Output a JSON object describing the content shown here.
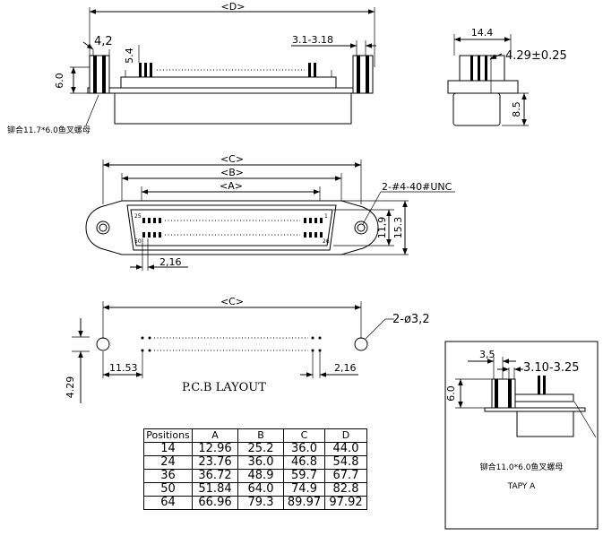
{
  "side_view": {
    "dim_d": "<D>",
    "dim_4_2": "4,2",
    "dim_5_4": "5.4",
    "dim_6_0": "6.0",
    "dim_pitch": "3.1-3.18",
    "nut_note": "铆合11.7*6.0鱼叉螺母"
  },
  "end_view": {
    "dim_width": "14.4",
    "dim_tol": "4.29±0.25",
    "dim_height": "8.5"
  },
  "front_view": {
    "dim_c": "<C>",
    "dim_b": "<B>",
    "dim_a": "<A>",
    "screw_note": "2-#4-40#UNC",
    "dim_11_9": "11,9",
    "dim_15_3": "15.3",
    "dim_2_16": "2,16",
    "pin_first_top": "25",
    "pin_last_top": "1",
    "pin_first_bottom": "50",
    "pin_last_bottom": "26"
  },
  "pcb_layout": {
    "dim_c": "<C>",
    "hole_note": "2-ø3,2",
    "dim_11_53": "11.53",
    "dim_2_16": "2,16",
    "dim_4_29": "4.29",
    "title": "P.C.B LAYOUT"
  },
  "detail_box": {
    "dim_3_5": "3,5",
    "dim_pitch": "3.10-3.25",
    "dim_6_0": "6.0",
    "nut_note": "铆合11.0*6.0鱼叉螺母",
    "label": "TAPY A"
  },
  "table": {
    "headers": [
      "Positions",
      "A",
      "B",
      "C",
      "D"
    ],
    "rows": [
      [
        "14",
        "12.96",
        "25.2",
        "36.0",
        "44.0"
      ],
      [
        "24",
        "23.76",
        "36.0",
        "46.8",
        "54.8"
      ],
      [
        "36",
        "36.72",
        "48.9",
        "59.7",
        "67.7"
      ],
      [
        "50",
        "51.84",
        "64.0",
        "74.9",
        "82.8"
      ],
      [
        "64",
        "66.96",
        "79.3",
        "89.97",
        "97.92"
      ]
    ]
  }
}
